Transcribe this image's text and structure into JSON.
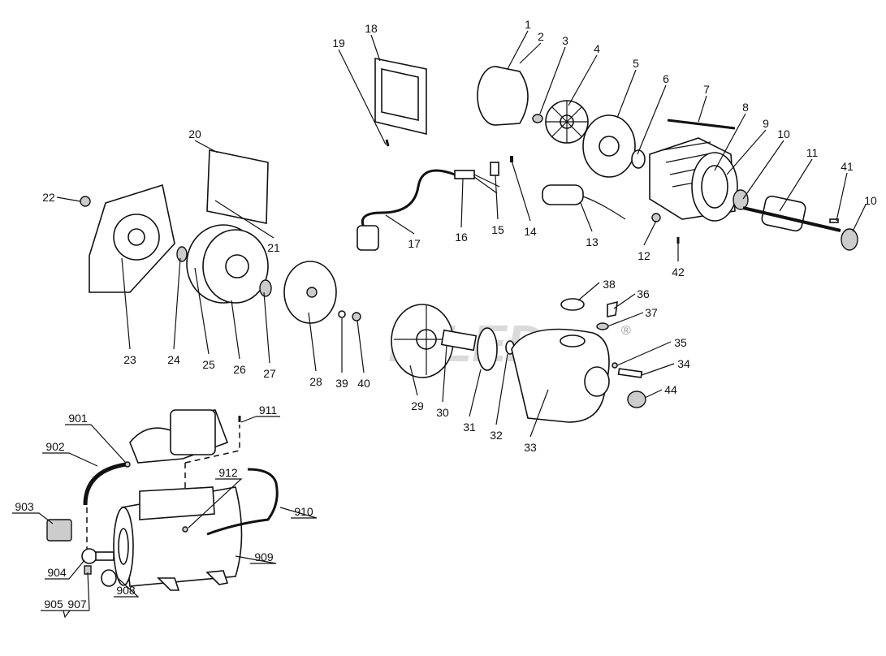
{
  "title": "Pump exploded parts diagram",
  "watermark_mark": "®",
  "pump_parts": [
    "1",
    "2",
    "3",
    "4",
    "5",
    "6",
    "7",
    "8",
    "9",
    "10",
    "11",
    "41",
    "10",
    "12",
    "42",
    "13",
    "14",
    "15",
    "16",
    "17",
    "18",
    "19",
    "20",
    "21",
    "22",
    "23",
    "24",
    "25",
    "26",
    "27",
    "28",
    "39",
    "40",
    "29",
    "30",
    "31",
    "32",
    "33",
    "38",
    "36",
    "37",
    "35",
    "34",
    "44"
  ],
  "tank_parts": [
    "901",
    "902",
    "903",
    "904",
    "905",
    "907",
    "908",
    "909",
    "910",
    "911",
    "912"
  ]
}
